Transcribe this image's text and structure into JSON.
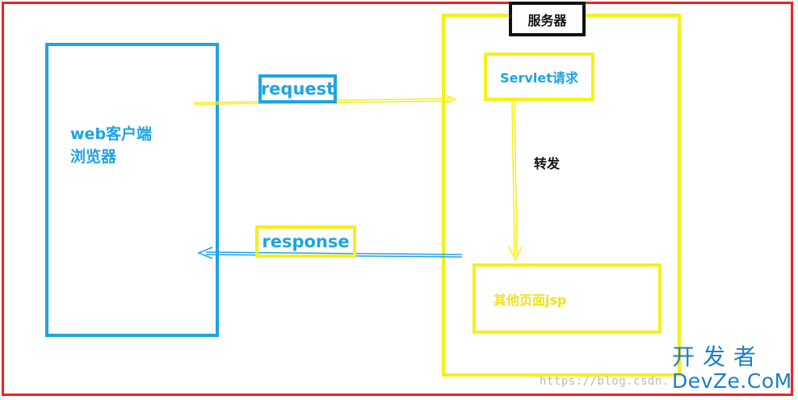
{
  "diagram": {
    "client": {
      "line1": "web客户端",
      "line2": "浏览器"
    },
    "server": {
      "title": "服务器",
      "servlet": "Servlet请求",
      "jsp": "其他页面jsp",
      "forward": "转发"
    },
    "edges": {
      "request": "request",
      "response": "response"
    }
  },
  "watermark": {
    "url": "https://blog.csdn.",
    "logo_cn": "开发者",
    "logo_en": "DevZe.CoM"
  },
  "colors": {
    "frame": "#ee2222",
    "client": "#1da4e4",
    "server": "#f7ef1a",
    "title_border": "#111111"
  }
}
